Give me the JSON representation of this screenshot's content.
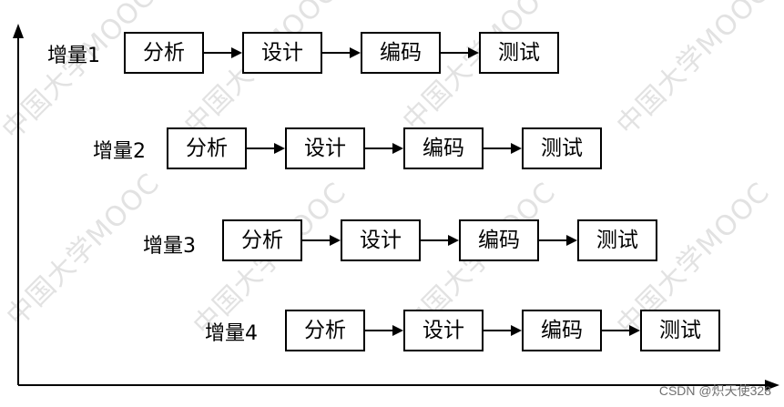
{
  "watermark_text": "中国大学MOOC",
  "rows": [
    {
      "label": "增量1",
      "steps": [
        "分析",
        "设计",
        "编码",
        "测试"
      ]
    },
    {
      "label": "增量2",
      "steps": [
        "分析",
        "设计",
        "编码",
        "测试"
      ]
    },
    {
      "label": "增量3",
      "steps": [
        "分析",
        "设计",
        "编码",
        "测试"
      ]
    },
    {
      "label": "增量4",
      "steps": [
        "分析",
        "设计",
        "编码",
        "测试"
      ]
    }
  ],
  "credit": "CSDN @炽天使328"
}
